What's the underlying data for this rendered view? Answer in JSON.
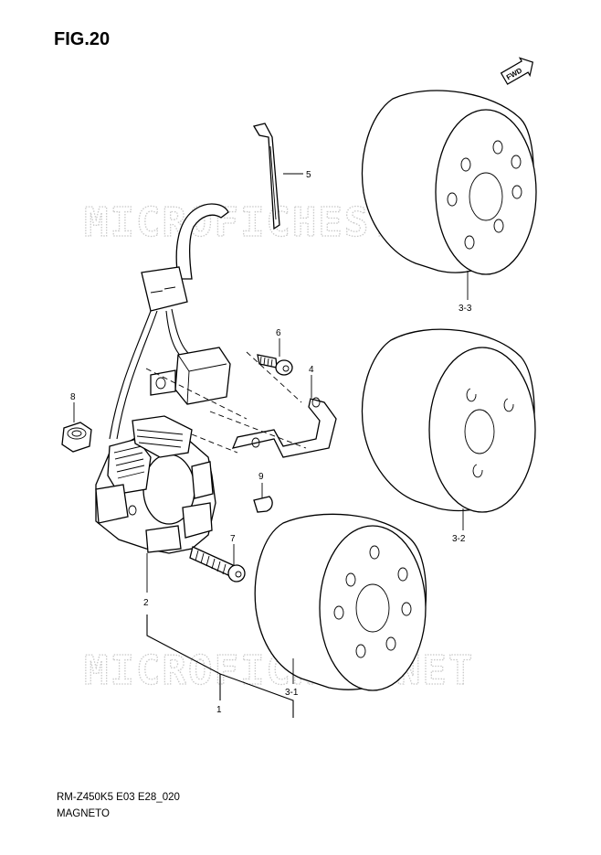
{
  "figure": {
    "title": "FIG.20"
  },
  "watermark": {
    "text": "MICROFICHES.NET"
  },
  "fwd_badge": {
    "text": "FWD"
  },
  "callouts": {
    "p1": "1",
    "p2": "2",
    "p3_1": "3-1",
    "p3_2": "3-2",
    "p3_3": "3-3",
    "p4": "4",
    "p5": "5",
    "p6": "6",
    "p7": "7",
    "p8": "8",
    "p9": "9"
  },
  "footer": {
    "model_code": "RM-Z450K5 E03 E28_020",
    "section_name": "MAGNETO"
  }
}
